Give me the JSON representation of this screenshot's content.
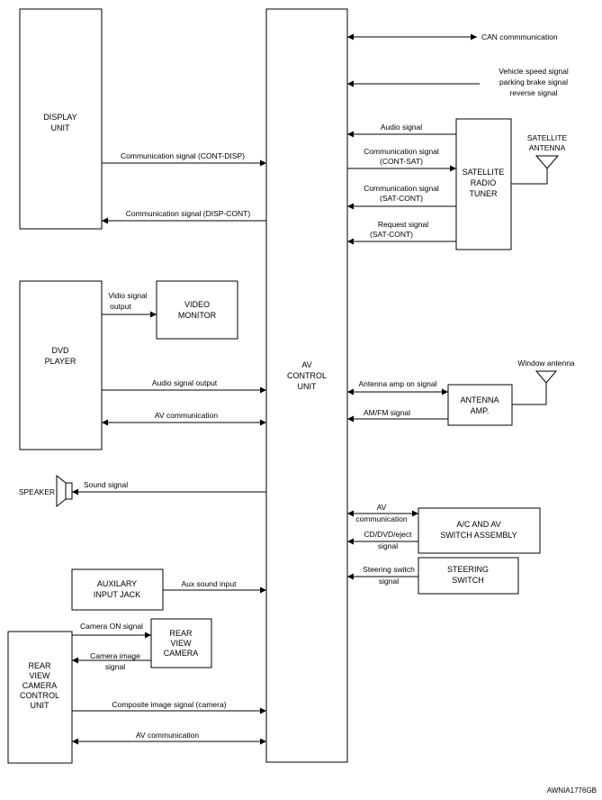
{
  "blocks": {
    "display_unit": [
      "DISPLAY",
      "UNIT"
    ],
    "dvd_player": [
      "DVD",
      "PLAYER"
    ],
    "video_monitor": [
      "VIDEO",
      "MONITOR"
    ],
    "av_control_unit": [
      "AV",
      "CONTROL",
      "UNIT"
    ],
    "satellite_radio_tuner": [
      "SATELLITE",
      "RADIO",
      "TUNER"
    ],
    "satellite_antenna": [
      "SATELLITE",
      "ANTENNA"
    ],
    "antenna_amp": [
      "ANTENNA",
      "AMP."
    ],
    "window_antenna": "Window antenna",
    "speaker": "SPEAKER",
    "ac_av_switch": [
      "A/C AND AV",
      "SWITCH ASSEMBLY"
    ],
    "steering_switch": [
      "STEERING",
      "SWITCH"
    ],
    "auxiliary_input_jack": [
      "AUXILARY",
      "INPUT JACK"
    ],
    "rear_view_camera": [
      "REAR",
      "VIEW",
      "CAMERA"
    ],
    "rear_view_camera_control_unit": [
      "REAR",
      "VIEW",
      "CAMERA",
      "CONTROL",
      "UNIT"
    ]
  },
  "signals": {
    "can": "CAN commmunication",
    "vehicle_speed": [
      "Vehicle speed signal",
      "parking brake signal",
      "reverse signal"
    ],
    "audio_signal": "Audio signal",
    "comm_cont_sat": [
      "Communication signal",
      "(CONT-SAT)"
    ],
    "comm_sat_cont": [
      "Communication signal",
      "(SAT-CONT)"
    ],
    "request_signal": [
      "Request signal",
      "(SAT-CONT)"
    ],
    "comm_cont_disp": "Communication signal (CONT-DISP)",
    "comm_disp_cont": "Communication signal (DISP-CONT)",
    "vidio_signal_output": [
      "Vidio signal",
      "output"
    ],
    "audio_signal_output": "Audio signal output",
    "av_communication_dvd": "AV communication",
    "antenna_amp_on": "Antenna amp on signal",
    "am_fm": "AM/FM signal",
    "sound_signal": "Sound signal",
    "av_communication_switch": [
      "AV",
      "communication"
    ],
    "cd_dvd_eject": [
      "CD/DVD/eject",
      "signal"
    ],
    "steering_switch_signal": [
      "Steering switch",
      "signal"
    ],
    "aux_sound_input": "Aux sound input",
    "camera_on": "Camera ON signal",
    "camera_image": [
      "Camera image",
      "signal"
    ],
    "composite_image": "Composite image signal (camera)",
    "av_communication_rear": "AV communication"
  },
  "figure_id": "AWNIA1776GB"
}
